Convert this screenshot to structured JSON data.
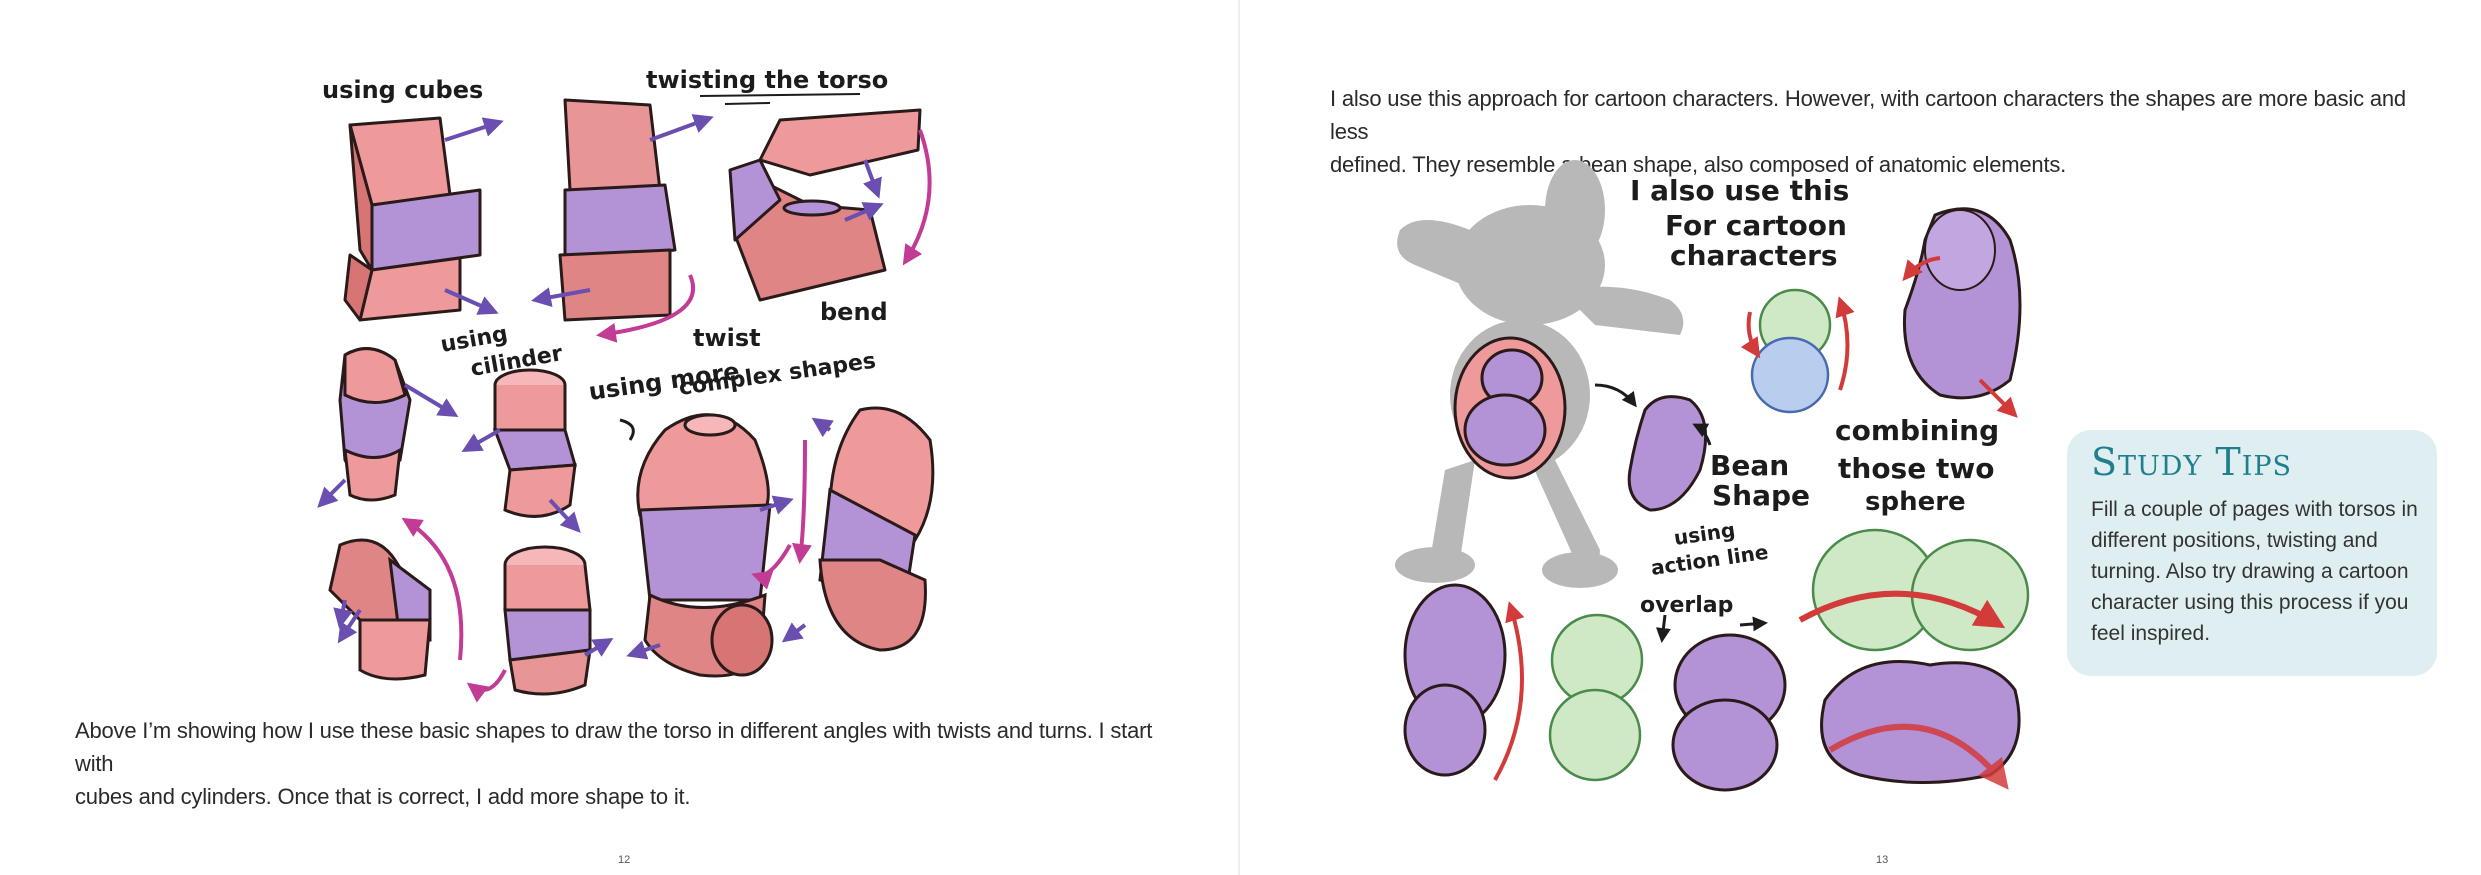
{
  "left_page": {
    "illustration_labels": {
      "using_cubes": "using cubes",
      "twisting_torso": "twisting the torso",
      "twist": "twist",
      "bend": "bend",
      "using_cilinder_1": "using",
      "using_cilinder_2": "cilinder",
      "complex_1": "using more",
      "complex_2": "complex shapes"
    },
    "body_line_1": "Above I’m showing how I use these basic shapes to draw the torso in different angles with twists and turns. I start with",
    "body_line_2": "cubes and cylinders. Once that is correct, I add more shape to it.",
    "page_number": "12"
  },
  "right_page": {
    "body_line_1": "I also use this approach for cartoon characters. However, with cartoon characters the shapes are more basic and less",
    "body_line_2": "defined. They resemble a bean shape, also composed of anatomic elements.",
    "illustration_labels": {
      "cartoon_1": "I also use this",
      "cartoon_2": "For cartoon",
      "cartoon_3": "characters",
      "bean_1": "Bean",
      "bean_2": "Shape",
      "combining_1": "combining",
      "combining_2": "those two",
      "combining_3": "sphere",
      "action_1": "using",
      "action_2": "action line",
      "overlap": "overlap"
    },
    "study_tips": {
      "title": "Study Tips",
      "text": "Fill a couple of pages with torsos in different positions, twisting and turning. Also try drawing a cartoon character using this process if you feel inspired."
    },
    "page_number": "13"
  },
  "colors": {
    "torso_pink": "#ef9a9a",
    "torso_pink_dark": "#d77474",
    "torso_purple": "#b392d6",
    "arrow_purple": "#6a4fb0",
    "arrow_magenta": "#c23b94",
    "arrow_red": "#d33b3b",
    "sphere_green": "#cfe9c6",
    "sphere_blue": "#b9cdef",
    "silhouette_gray": "#b8b8b8",
    "tips_bg": "#dfeef0",
    "tips_title": "#1f7f8e"
  }
}
